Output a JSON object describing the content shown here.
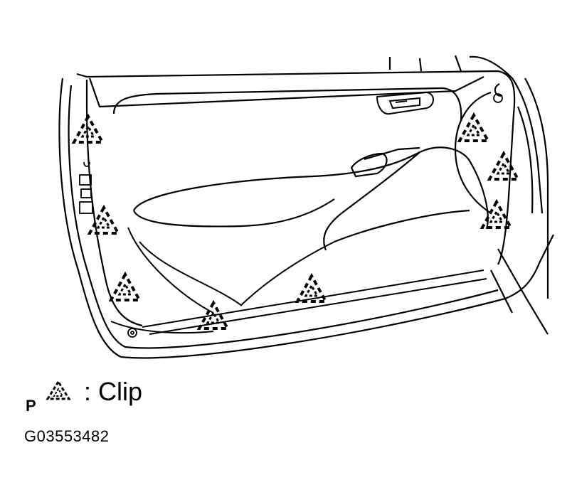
{
  "legend": {
    "prefix": "P",
    "symbol_name": "clip-triangle-icon",
    "label": ": Clip"
  },
  "figure_id": "G03553482",
  "colors": {
    "line": "#000000",
    "background": "#ffffff"
  }
}
